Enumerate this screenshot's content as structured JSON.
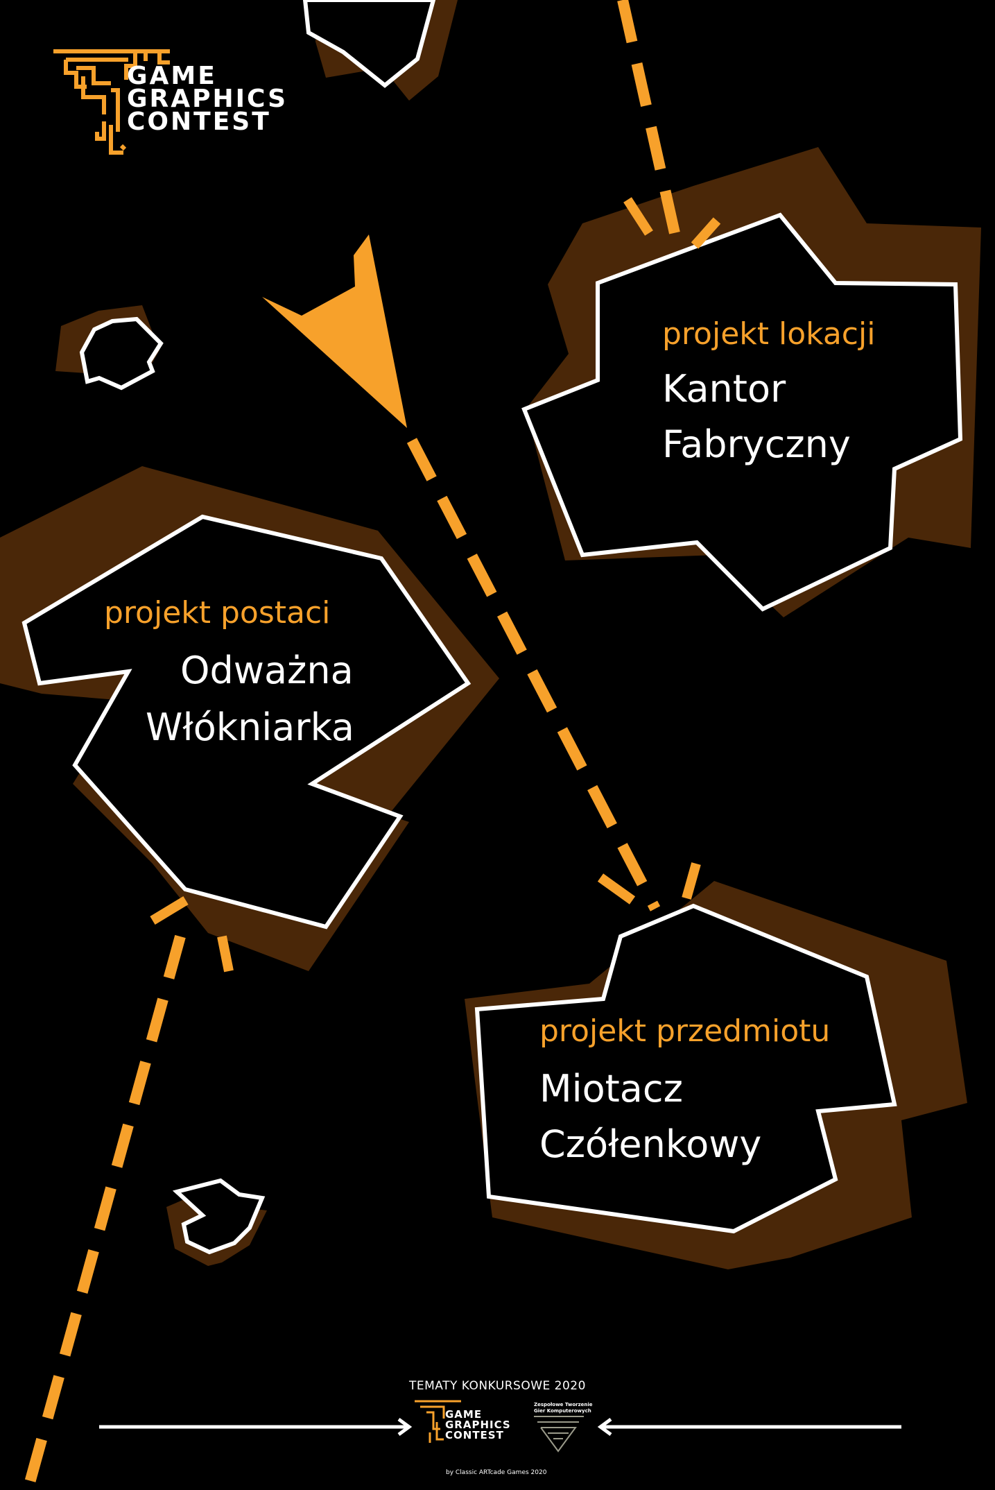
{
  "logo": {
    "line1": "GAME",
    "line2": "GRAPHICS",
    "line3": "CONTEST"
  },
  "themes": [
    {
      "category": "projekt lokacji",
      "title_line1": "Kantor",
      "title_line2": "Fabryczny"
    },
    {
      "category": "projekt postaci",
      "title_line1": "Odważna",
      "title_line2": "Włókniarka"
    },
    {
      "category": "projekt przedmiotu",
      "title_line1": "Miotacz",
      "title_line2": "Czółenkowy"
    }
  ],
  "footer": {
    "heading": "TEMATY KONKURSOWE 2020",
    "logo_line1": "GAME",
    "logo_line2": "GRAPHICS",
    "logo_line3": "CONTEST",
    "partner_line1": "Zespołowe Tworzenie",
    "partner_line2": "Gier Komputerowych",
    "credit": "by Classic ARTcade Games 2020"
  },
  "colors": {
    "background": "#000000",
    "accent": "#f7a12b",
    "shadow": "#4a2708",
    "outline": "#ffffff"
  }
}
